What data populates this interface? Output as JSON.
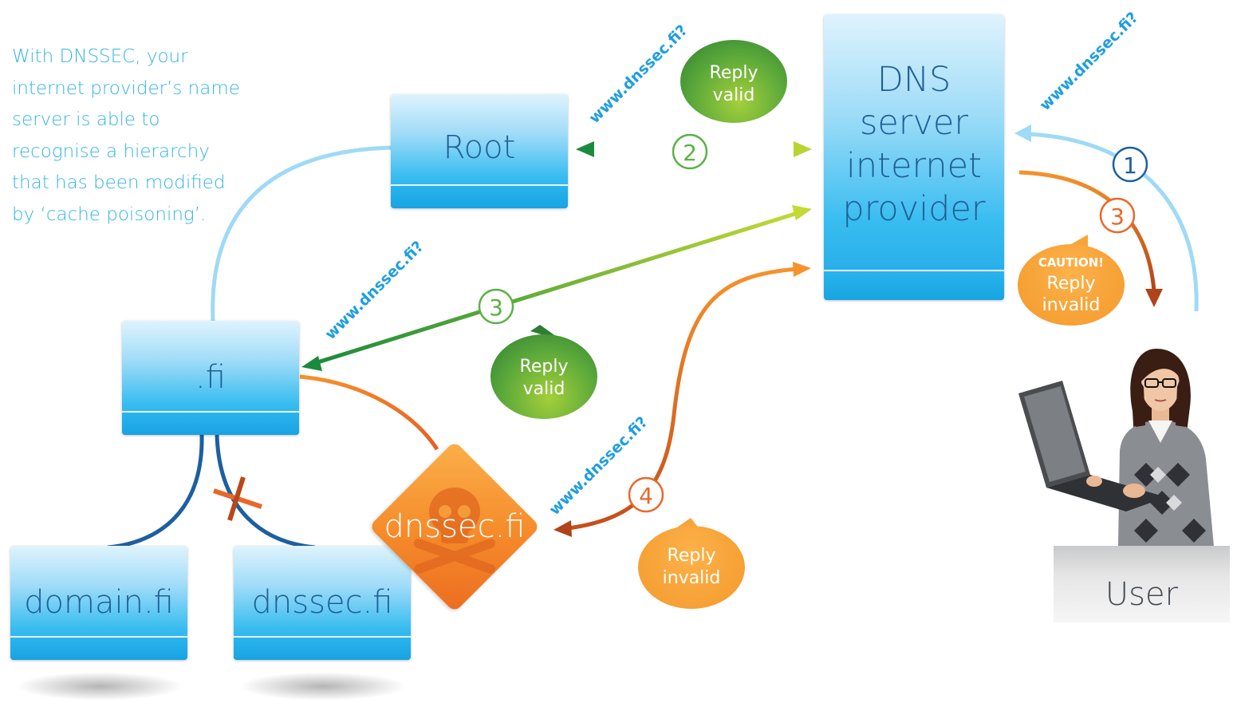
{
  "intro_text": "With DNSSEC, your internet provider’s name server is able to recognise a hierarchy that has been modified by ‘cache poisoning’.",
  "nodes": {
    "root": "Root",
    "dns_server": [
      "DNS",
      "server",
      "internet",
      "provider"
    ],
    "fi": ".fi",
    "domain_fi": "domain.fi",
    "dnssec_fi": "dnssec.fi",
    "fake_dnssec_fi": "dnssec.fi",
    "user": "User"
  },
  "queries": {
    "q1": "www.dnssec.fi?",
    "q2": "www.dnssec.fi?",
    "q3": "www.dnssec.fi?",
    "q4": "www.dnssec.fi?"
  },
  "steps": {
    "s1": "1",
    "s2": "2",
    "s3_green": "3",
    "s3_orange": "3",
    "s4": "4"
  },
  "bubbles": {
    "reply_valid_top": [
      "Reply",
      "valid"
    ],
    "reply_valid_mid": [
      "Reply",
      "valid"
    ],
    "reply_invalid_user": [
      "CAUTION!",
      "Reply",
      "invalid"
    ],
    "reply_invalid_low": [
      "Reply",
      "invalid"
    ]
  },
  "colors": {
    "box_text": "#1f5f95",
    "intro_text": "#35b4e8",
    "green_arrow": "#1e8f3a",
    "lime_arrow": "#b9d433",
    "orange_arrow": "#f08a2a",
    "dark_orange": "#b0431a",
    "light_blue_line": "#9fdaf6",
    "dark_blue_line": "#1d5fa0"
  }
}
